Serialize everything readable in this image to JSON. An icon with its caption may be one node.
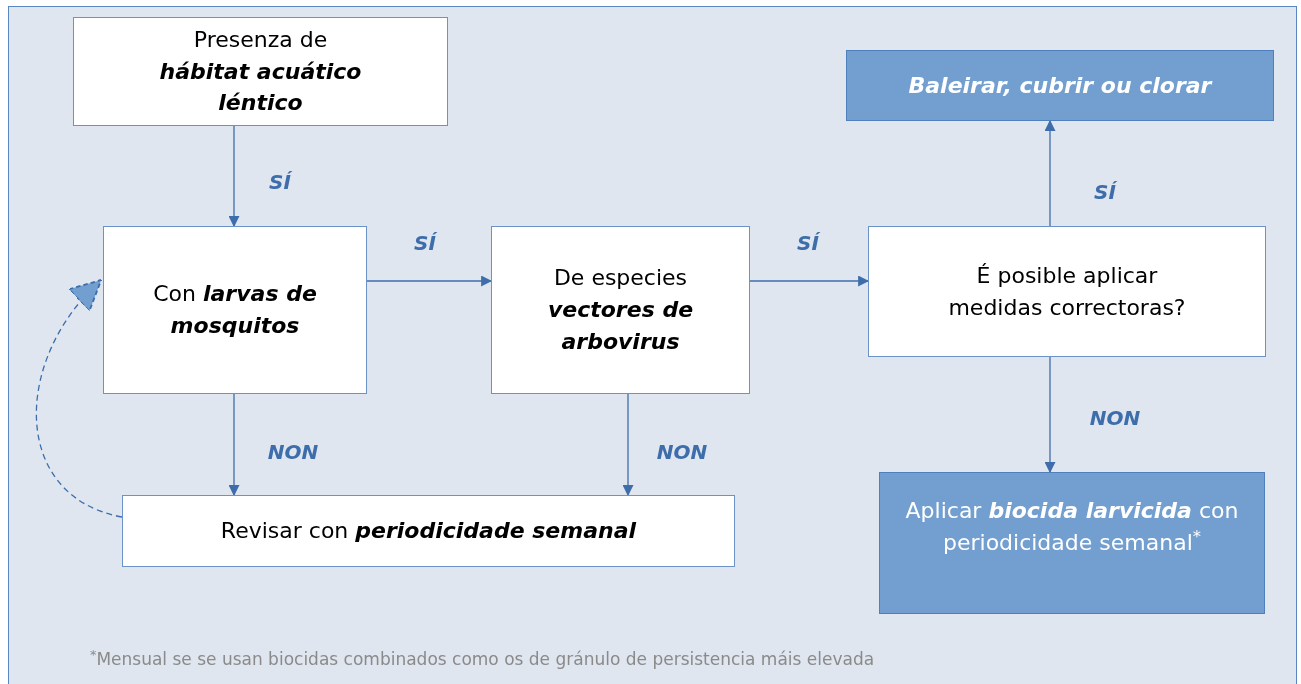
{
  "diagram": {
    "nodes": [
      {
        "text": [
          "Presenza de **hábitat acuático léntico**"
        ]
      },
      {
        "text": [
          "Con **larvas de mosquitos**"
        ]
      },
      {
        "text": [
          "De especies **vectores de arbovirus**"
        ]
      },
      {
        "text": [
          "É posible aplicar medidas correctoras?"
        ]
      },
      {
        "text": [
          "Baleirar, cubrir ou clorar"
        ]
      },
      {
        "text": [
          "Revisar con **periodicidade semanal**"
        ]
      },
      {
        "text": [
          "Aplicar **biocida larvicida** con periodicidade semanal$^{*}$"
        ]
      }
    ],
    "edges": [
      {
        "from": 0,
        "to": 1,
        "arrow": "to",
        "label": "SÍ"
      },
      {
        "from": 1,
        "to": 2,
        "arrow": "to",
        "label": "SÍ"
      },
      {
        "from": 2,
        "to": 3,
        "arrow": "to",
        "label": "SÍ"
      },
      {
        "from": 3,
        "to": 4,
        "arrow": "to",
        "label": "SÍ"
      },
      {
        "from": 3,
        "to": 6,
        "arrow": "to",
        "label": "NON"
      },
      {
        "from": 1,
        "to": 5,
        "arrow": "to",
        "label": "NON"
      },
      {
        "from": 2,
        "to": 5,
        "arrow": "to",
        "label": "NON"
      },
      {
        "from": 5,
        "to": 1,
        "arrow": "to",
        "style": "dashed"
      }
    ],
    "labels": [
      "$^{*}$Mensual se se usan biocidas combinados como os de gránulo de persistencia máis elevada"
    ]
  }
}
